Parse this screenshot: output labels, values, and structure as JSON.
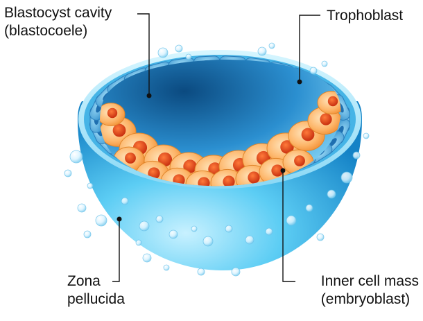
{
  "labels": {
    "blastocyst_cavity": {
      "line1": "Blastocyst cavity",
      "line2": "(blastocoele)"
    },
    "trophoblast": {
      "line1": "Trophoblast"
    },
    "zona_pellucida": {
      "line1": "Zona",
      "line2": "pellucida"
    },
    "inner_cell_mass": {
      "line1": "Inner cell mass",
      "line2": "(embryoblast)"
    }
  },
  "colors": {
    "zona_light": "#bfeeff",
    "zona_mid": "#4fc8f2",
    "zona_dark": "#1a8fd0",
    "cavity_dark": "#0d4f86",
    "cavity_light": "#7fd3f5",
    "trophoblast_cell": "#5fb6e2",
    "trophoblast_nucleus": "#1f6fb0",
    "icm_cell": "#fbb36a",
    "icm_nucleus": "#e2401a",
    "leader_line": "#111111"
  }
}
